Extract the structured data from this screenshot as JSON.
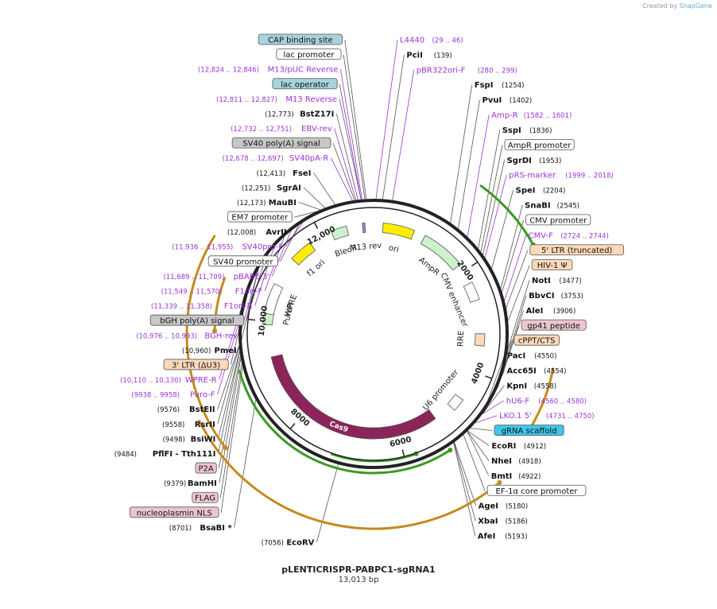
{
  "plasmid": {
    "name": "pLENTICRISPR-PABPC1-sgRNA1",
    "size": "13,013 bp",
    "length": 13013
  },
  "credit": {
    "prefix": "Created by",
    "app": "SnapGene"
  },
  "ticks": [
    {
      "label": "2000",
      "pos": 2000
    },
    {
      "label": "4000",
      "pos": 4000
    },
    {
      "label": "6000",
      "pos": 6000
    },
    {
      "label": "8000",
      "pos": 8000
    },
    {
      "label": "10,000",
      "pos": 10000
    },
    {
      "label": "12,000",
      "pos": 12000
    }
  ],
  "left_labels": [
    {
      "name": "CAP binding site",
      "coord": "",
      "kind": "box",
      "color": "#a7d3dc",
      "pos": 12900
    },
    {
      "name": "lac promoter",
      "coord": "",
      "kind": "boxw",
      "color": "#ffffff",
      "pos": 12880
    },
    {
      "name": "M13/pUC Reverse",
      "coord": "(12,824 .. 12,846)",
      "kind": "primer",
      "pos": 12835
    },
    {
      "name": "lac operator",
      "coord": "",
      "kind": "box",
      "color": "#a7d3dc",
      "pos": 12820
    },
    {
      "name": "M13 Reverse",
      "coord": "(12,811 .. 12,827)",
      "kind": "primer",
      "pos": 12819
    },
    {
      "name": "BstZ17I",
      "coord": "(12,773)",
      "kind": "site",
      "pos": 12773
    },
    {
      "name": "EBV-rev",
      "coord": "(12,732 .. 12,751)",
      "kind": "primer",
      "pos": 12741
    },
    {
      "name": "SV40 poly(A) signal",
      "coord": "",
      "kind": "box",
      "color": "#c7c7c7",
      "pos": 12720
    },
    {
      "name": "SV40pA-R",
      "coord": "(12,678 .. 12,697)",
      "kind": "primer",
      "pos": 12687
    },
    {
      "name": "FseI",
      "coord": "(12,413)",
      "kind": "site",
      "pos": 12413
    },
    {
      "name": "SgrAI",
      "coord": "(12,251)",
      "kind": "site",
      "pos": 12251
    },
    {
      "name": "MauBI",
      "coord": "(12,173)",
      "kind": "site",
      "pos": 12173
    },
    {
      "name": "EM7 promoter",
      "coord": "",
      "kind": "boxw",
      "color": "#ffffff",
      "pos": 12100
    },
    {
      "name": "AvrII",
      "coord": "(12,008)",
      "kind": "site",
      "pos": 12008
    },
    {
      "name": "SV40pro-F",
      "coord": "(11,936 .. 11,955)",
      "kind": "primer",
      "pos": 11945
    },
    {
      "name": "SV40 promoter",
      "coord": "",
      "kind": "boxw",
      "color": "#ffffff",
      "pos": 11850
    },
    {
      "name": "pBABE 3'",
      "coord": "(11,689 .. 11,709)",
      "kind": "primer",
      "pos": 11699
    },
    {
      "name": "F1ori-F",
      "coord": "(11,549 .. 11,570)",
      "kind": "primer",
      "pos": 11559
    },
    {
      "name": "F1ori-R",
      "coord": "(11,339 .. 11,358)",
      "kind": "primer",
      "pos": 11348
    },
    {
      "name": "bGH poly(A) signal",
      "coord": "",
      "kind": "box",
      "color": "#c7c7c7",
      "pos": 11150
    },
    {
      "name": "BGH-rev",
      "coord": "(10,976 .. 10,993)",
      "kind": "primer",
      "pos": 10984
    },
    {
      "name": "PmeI",
      "coord": "(10,960)",
      "kind": "site",
      "pos": 10960
    },
    {
      "name": "3' LTR (ΔU3)",
      "coord": "",
      "kind": "box",
      "color": "#fcd9b8",
      "pos": 10700
    },
    {
      "name": "WPRE-R",
      "coord": "(10,110 .. 10,130)",
      "kind": "primer",
      "pos": 10120
    },
    {
      "name": "Puro-F",
      "coord": "(9938 .. 9958)",
      "kind": "primer",
      "pos": 9948
    },
    {
      "name": "BstEII",
      "coord": "(9576)",
      "kind": "site",
      "pos": 9576
    },
    {
      "name": "RsrII",
      "coord": "(9558)",
      "kind": "site",
      "pos": 9558
    },
    {
      "name": "BsiWI",
      "coord": "(9498)",
      "kind": "site",
      "pos": 9498
    },
    {
      "name": "PflFI - Tth111I",
      "coord": "(9484)",
      "kind": "site",
      "pos": 9484
    },
    {
      "name": "P2A",
      "coord": "",
      "kind": "box",
      "color": "#ecc6cf",
      "pos": 9420
    },
    {
      "name": "BamHI",
      "coord": "(9379)",
      "kind": "site",
      "pos": 9379
    },
    {
      "name": "FLAG",
      "coord": "",
      "kind": "box",
      "color": "#ecc6cf",
      "pos": 9300
    },
    {
      "name": "nucleoplasmin NLS",
      "coord": "",
      "kind": "box",
      "color": "#ecc6cf",
      "pos": 9250
    },
    {
      "name": "BsaBI *",
      "coord": "(8701)",
      "kind": "site",
      "pos": 8701
    },
    {
      "name": "EcoRV",
      "coord": "(7056)",
      "kind": "site",
      "pos": 7056
    }
  ],
  "right_labels": [
    {
      "name": "L4440",
      "coord": "(29 .. 46)",
      "kind": "primer",
      "pos": 37
    },
    {
      "name": "PciI",
      "coord": "(139)",
      "kind": "site",
      "pos": 139
    },
    {
      "name": "pBR322ori-F",
      "coord": "(280 .. 299)",
      "kind": "primer",
      "pos": 290
    },
    {
      "name": "FspI",
      "coord": "(1254)",
      "kind": "site",
      "pos": 1254
    },
    {
      "name": "PvuI",
      "coord": "(1402)",
      "kind": "site",
      "pos": 1402
    },
    {
      "name": "Amp-R",
      "coord": "(1582 .. 1601)",
      "kind": "primer",
      "pos": 1591
    },
    {
      "name": "SspI",
      "coord": "(1836)",
      "kind": "site",
      "pos": 1836
    },
    {
      "name": "AmpR promoter",
      "coord": "",
      "kind": "boxw",
      "color": "#ffffff",
      "pos": 1900
    },
    {
      "name": "SgrDI",
      "coord": "(1953)",
      "kind": "site",
      "pos": 1953
    },
    {
      "name": "pRS-marker",
      "coord": "(1999 .. 2018)",
      "kind": "primer",
      "pos": 2008
    },
    {
      "name": "SpeI",
      "coord": "(2204)",
      "kind": "site",
      "pos": 2204
    },
    {
      "name": "SnaBI",
      "coord": "(2545)",
      "kind": "site",
      "pos": 2545
    },
    {
      "name": "CMV promoter",
      "coord": "",
      "kind": "boxw",
      "color": "#ffffff",
      "pos": 2600
    },
    {
      "name": "CMV-F",
      "coord": "(2724 .. 2744)",
      "kind": "primer",
      "pos": 2734
    },
    {
      "name": "5' LTR (truncated)",
      "coord": "",
      "kind": "box",
      "color": "#fcd9b8",
      "pos": 2850
    },
    {
      "name": "HIV-1 Ψ",
      "coord": "",
      "kind": "box",
      "color": "#fcd9b8",
      "pos": 3050
    },
    {
      "name": "NotI",
      "coord": "(3477)",
      "kind": "site",
      "pos": 3477
    },
    {
      "name": "BbvCI",
      "coord": "(3753)",
      "kind": "site",
      "pos": 3753
    },
    {
      "name": "AleI",
      "coord": "(3906)",
      "kind": "site",
      "pos": 3906
    },
    {
      "name": "gp41 peptide",
      "coord": "",
      "kind": "box",
      "color": "#ecc6cf",
      "pos": 4100
    },
    {
      "name": "cPPT/CTS",
      "coord": "",
      "kind": "box",
      "color": "#fcd9b8",
      "pos": 4350
    },
    {
      "name": "PacI",
      "coord": "(4550)",
      "kind": "site",
      "pos": 4550
    },
    {
      "name": "Acc65I",
      "coord": "(4554)",
      "kind": "site",
      "pos": 4554
    },
    {
      "name": "KpnI",
      "coord": "(4558)",
      "kind": "site",
      "pos": 4558
    },
    {
      "name": "hU6-F",
      "coord": "(4560 .. 4580)",
      "kind": "primer",
      "pos": 4570
    },
    {
      "name": "LKO.1 5'",
      "coord": "(4731 .. 4750)",
      "kind": "primer",
      "pos": 4740
    },
    {
      "name": "gRNA scaffold",
      "coord": "",
      "kind": "box",
      "color": "#3ec6e8",
      "pos": 4850
    },
    {
      "name": "EcoRI",
      "coord": "(4912)",
      "kind": "site",
      "pos": 4912
    },
    {
      "name": "NheI",
      "coord": "(4918)",
      "kind": "site",
      "pos": 4918
    },
    {
      "name": "BmtI",
      "coord": "(4922)",
      "kind": "site",
      "pos": 4922
    },
    {
      "name": "EF-1α core promoter",
      "coord": "",
      "kind": "boxw",
      "color": "#ffffff",
      "pos": 5000
    },
    {
      "name": "AgeI",
      "coord": "(5180)",
      "kind": "site",
      "pos": 5180
    },
    {
      "name": "XbaI",
      "coord": "(5186)",
      "kind": "site",
      "pos": 5186
    },
    {
      "name": "AfeI",
      "coord": "(5193)",
      "kind": "site",
      "pos": 5193
    }
  ],
  "features": [
    {
      "name": "Cas9",
      "start": 5200,
      "end": 9300,
      "color": "#8b2459",
      "dir": -1,
      "labeled": true
    },
    {
      "name": "U6 promoter",
      "start": 4570,
      "end": 4820,
      "color": "#ffffff",
      "dir": 1,
      "labeled": true
    },
    {
      "name": "RRE",
      "start": 3250,
      "end": 3480,
      "color": "#fcd9b8",
      "dir": 1,
      "labeled": true
    },
    {
      "name": "CMV enhancer",
      "start": 2250,
      "end": 2600,
      "color": "#ffffff",
      "dir": 1,
      "labeled": true
    },
    {
      "name": "AmpR",
      "start": 1000,
      "end": 1850,
      "color": "#ccf2cc",
      "dir": -1,
      "labeled": true
    },
    {
      "name": "ori",
      "start": 180,
      "end": 780,
      "color": "#ffee00",
      "dir": -1,
      "labeled": true
    },
    {
      "name": "M13 rev",
      "start": 12800,
      "end": 12850,
      "color": "#8896c8",
      "dir": -1,
      "labeled": true
    },
    {
      "name": "BleoR",
      "start": 12200,
      "end": 12500,
      "color": "#ccf2cc",
      "dir": -1,
      "labeled": true
    },
    {
      "name": "f1 ori",
      "start": 11300,
      "end": 11750,
      "color": "#ffee00",
      "dir": -1,
      "labeled": true
    },
    {
      "name": "PuroR",
      "start": 9940,
      "end": 10540,
      "color": "#ccf2cc",
      "dir": 1,
      "labeled": true
    },
    {
      "name": "WPRE",
      "start": 10150,
      "end": 10730,
      "color": "#ffffff",
      "dir": 1,
      "labeled": true
    }
  ],
  "primer_arcs": [
    {
      "start": 1300,
      "end": 2200,
      "color": "#3a9a20",
      "dir": 1,
      "r": 230
    },
    {
      "start": 5300,
      "end": 9200,
      "color": "#3a9a20",
      "dir": -1,
      "r": 175
    },
    {
      "start": 5800,
      "end": 7200,
      "color": "#3a9a20",
      "dir": -1,
      "r": 160
    },
    {
      "start": 3650,
      "end": 4400,
      "color": "#c58a1e",
      "dir": 1,
      "r": 230
    },
    {
      "start": 5050,
      "end": 8800,
      "color": "#c58a1e",
      "dir": -1,
      "r": 245
    },
    {
      "start": 8400,
      "end": 10900,
      "color": "#c58a1e",
      "dir": -1,
      "r": 235
    },
    {
      "start": 9800,
      "end": 10500,
      "color": "#c58a1e",
      "dir": -1,
      "r": 200
    }
  ]
}
